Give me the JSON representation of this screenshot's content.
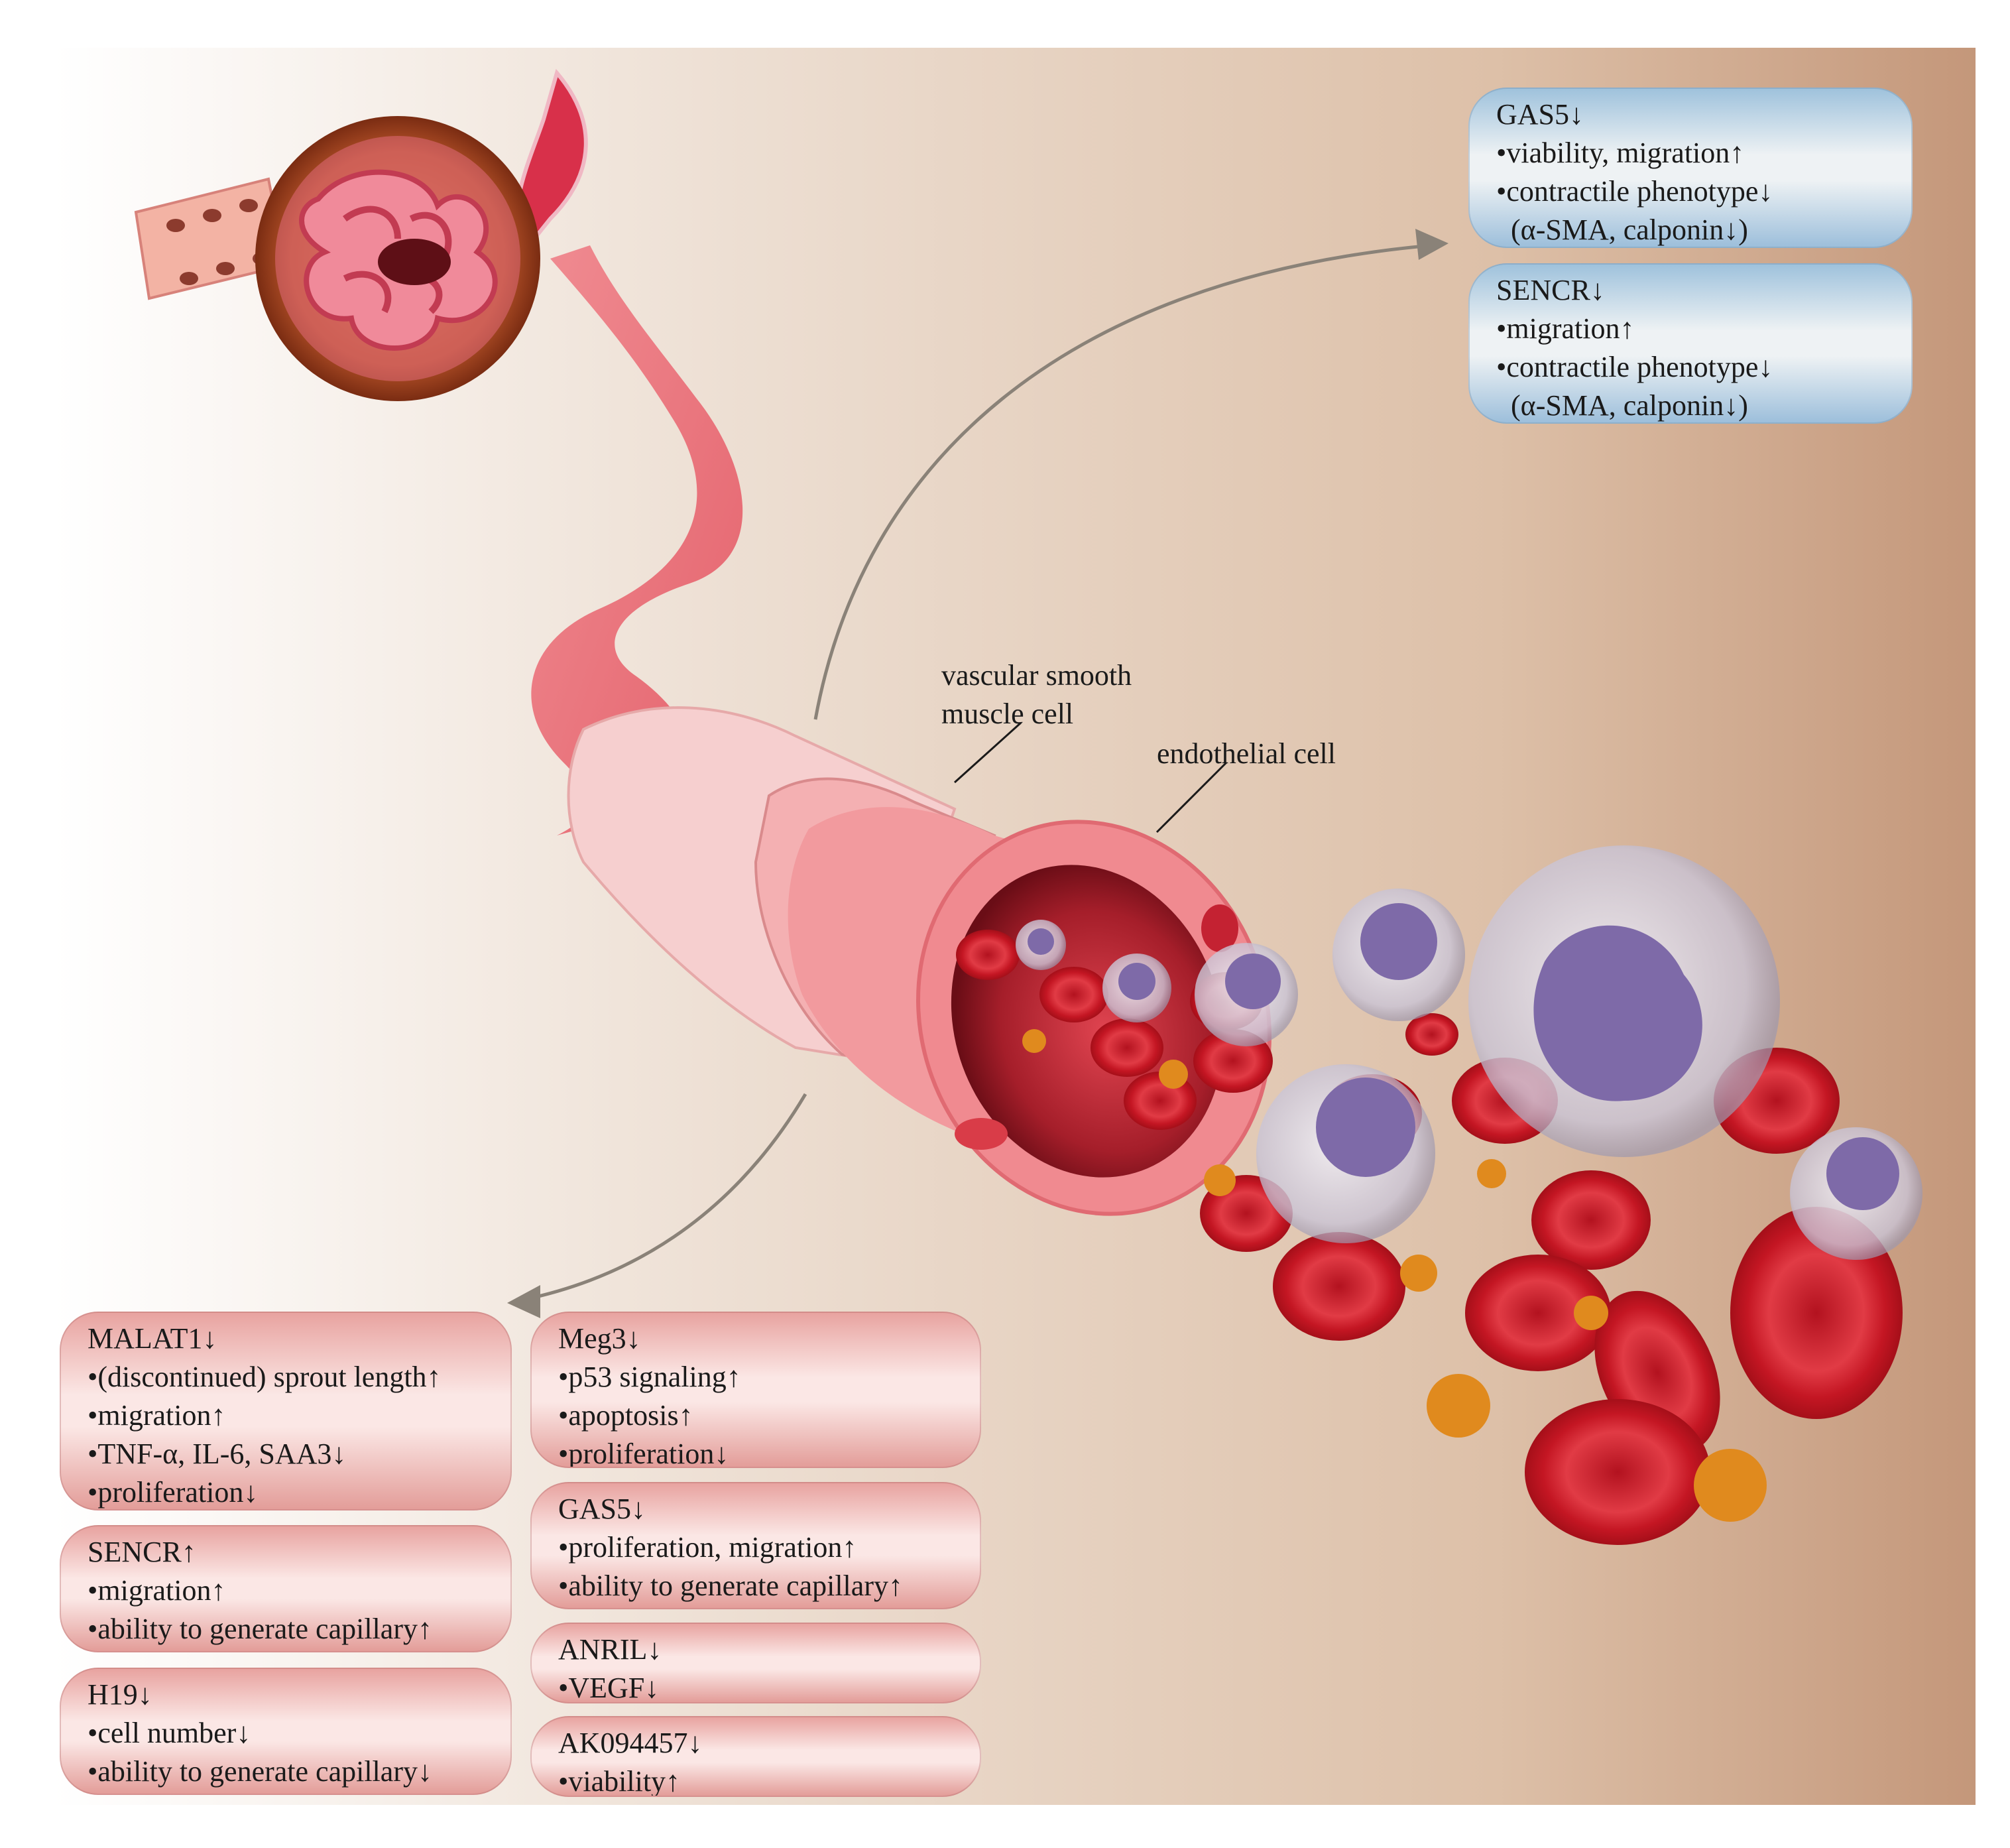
{
  "labels": {
    "vsmc_line1": "vascular smooth",
    "vsmc_line2": "muscle cell",
    "endothelial": "endothelial cell"
  },
  "vsmc_boxes": [
    {
      "title": "GAS5↓",
      "lines": [
        "•viability, migration↑",
        "•contractile phenotype↓",
        "(α-SMA, calponin↓)"
      ]
    },
    {
      "title": "SENCR↓",
      "lines": [
        "•migration↑",
        "•contractile phenotype↓",
        "(α-SMA, calponin↓)"
      ]
    }
  ],
  "ec_boxes_left": [
    {
      "title": "MALAT1↓",
      "lines": [
        "•(discontinued) sprout length↑",
        "•migration↑",
        "•TNF-α, IL-6, SAA3↓",
        "•proliferation↓"
      ]
    },
    {
      "title": "SENCR↑",
      "lines": [
        "•migration↑",
        "•ability to generate capillary↑"
      ]
    },
    {
      "title": "H19↓",
      "lines": [
        "•cell number↓",
        "•ability to generate capillary↓"
      ]
    }
  ],
  "ec_boxes_right": [
    {
      "title": "Meg3↓",
      "lines": [
        "•p53 signaling↑",
        "•apoptosis↑",
        "•proliferation↓"
      ]
    },
    {
      "title": "GAS5↓",
      "lines": [
        "•proliferation, migration↑",
        "•ability to generate capillary↑"
      ]
    },
    {
      "title": "ANRIL↓",
      "lines": [
        "•VEGF↓"
      ]
    },
    {
      "title": "AK094457↓",
      "lines": [
        "•viability↑"
      ]
    }
  ]
}
